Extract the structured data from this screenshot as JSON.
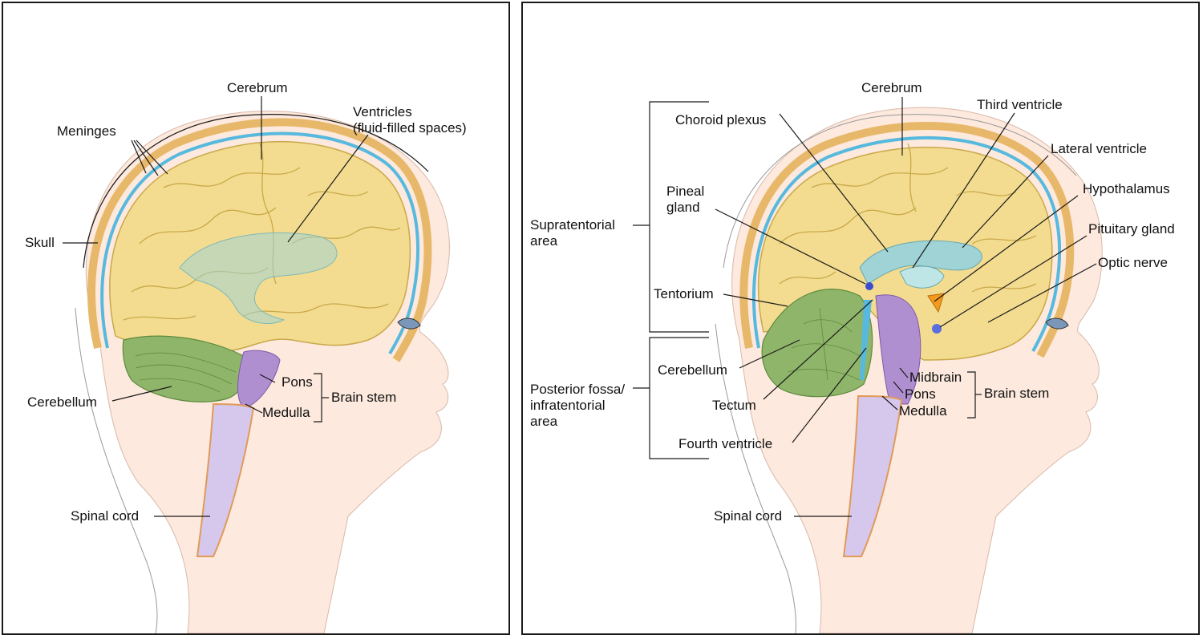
{
  "left": {
    "labels": {
      "cerebrum": "Cerebrum",
      "ventricles": "Ventricles\n(fluid-filled spaces)",
      "meninges": "Meninges",
      "skull": "Skull",
      "cerebellum": "Cerebellum",
      "pons": "Pons",
      "medulla": "Medulla",
      "brain_stem": "Brain stem",
      "spinal_cord": "Spinal cord"
    }
  },
  "right": {
    "labels": {
      "cerebrum": "Cerebrum",
      "choroid_plexus": "Choroid plexus",
      "third_ventricle": "Third ventricle",
      "lateral_ventricle": "Lateral ventricle",
      "pineal_gland": "Pineal\ngland",
      "hypothalamus": "Hypothalamus",
      "supratentorial_area": "Supratentorial\narea",
      "pituitary_gland": "Pituitary gland",
      "optic_nerve": "Optic nerve",
      "tentorium": "Tentorium",
      "cerebellum": "Cerebellum",
      "posterior_fossa": "Posterior fossa/\ninfratentorial\narea",
      "midbrain": "Midbrain",
      "pons": "Pons",
      "medulla": "Medulla",
      "brain_stem": "Brain stem",
      "tectum": "Tectum",
      "fourth_ventricle": "Fourth ventricle",
      "spinal_cord": "Spinal cord"
    }
  },
  "colors": {
    "brain": "#f3dc8f",
    "brain_line": "#c9a84a",
    "csf": "#57b9de",
    "skull": "#e8b86a",
    "cerebellum": "#8fb56a",
    "brainstem": "#b08fd0",
    "ventricle": "#9fd3d6",
    "skin": "#fde9dd",
    "hypothalamus": "#f39a1e",
    "gland": "#5b6ee0"
  }
}
